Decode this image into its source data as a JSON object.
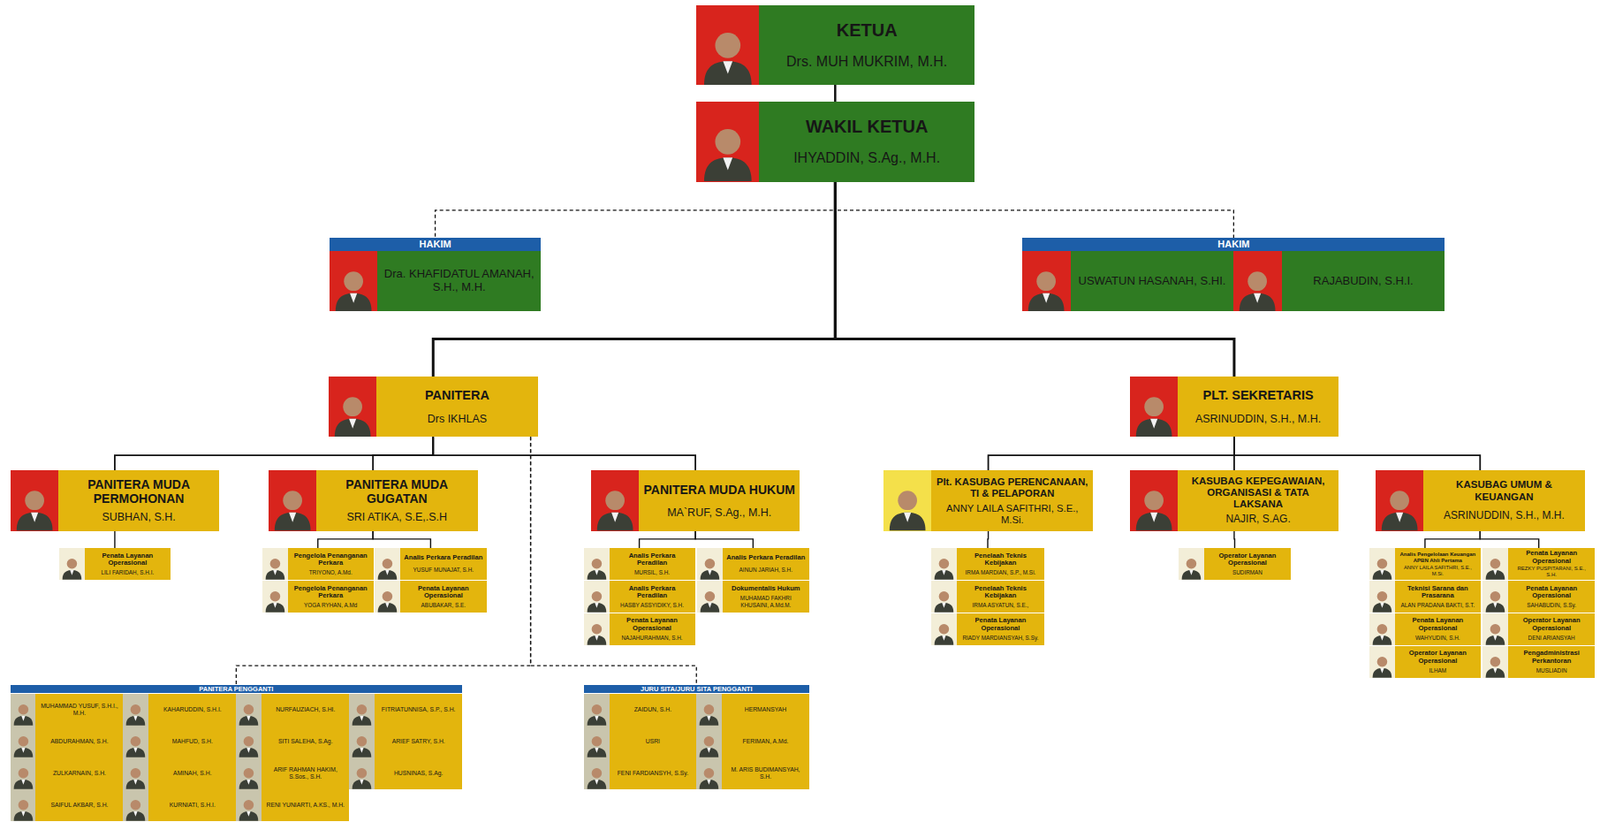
{
  "diagram": {
    "nodes": [
      {
        "text": [
          "KETUA",
          "Drs. MUH MUKRIM, M.H."
        ]
      },
      {
        "text": [
          "WAKIL KETUA",
          "IHYADDIN, S.Ag., M.H."
        ]
      },
      {
        "text": [
          "HAKIM"
        ]
      },
      {
        "text": [
          "Dra. KHAFIDATUL AMANAH, S.H., M.H."
        ],
        "in": 2
      },
      {
        "text": [
          "HAKIM"
        ]
      },
      {
        "text": [
          "USWATUN HASANAH, S.HI."
        ],
        "in": 4
      },
      {
        "text": [
          "RAJABUDIN, S.H.I."
        ],
        "in": 4
      },
      {
        "text": [
          "PANITERA",
          "Drs IKHLAS"
        ]
      },
      {
        "text": [
          "PLT. SEKRETARIS",
          "ASRINUDDIN, S.H., M.H."
        ]
      },
      {
        "text": [
          "PANITERA MUDA PERMOHONAN",
          "SUBHAN, S.H."
        ]
      },
      {
        "text": [
          "PANITERA MUDA GUGATAN",
          "SRI ATIKA, S.E,.S.H"
        ]
      },
      {
        "text": [
          "PANITERA MUDA HUKUM",
          "MA`RUF, S.Ag., M.H."
        ]
      },
      {
        "text": [
          "Plt. KASUBAG PERENCANAAN, TI & PELAPORAN",
          "ANNY LAILA SAFITHRI, S.E., M.Si."
        ]
      },
      {
        "text": [
          "KASUBAG KEPEGAWAIAN, ORGANISASI & TATA LAKSANA",
          "NAJIR, S.AG."
        ]
      },
      {
        "text": [
          "KASUBAG UMUM & KEUANGAN",
          "ASRINUDDIN, S.H., M.H."
        ]
      },
      {
        "text": [
          "Penata Layanan Operasional",
          "LILI FARIDAH, S.H.I."
        ]
      },
      {
        "text": [
          "Pengelola Penanganan Perkara",
          "TRIYONO, A.Md."
        ]
      },
      {
        "text": [
          "Analis Perkara Peradilan",
          "YUSUF MUNAJAT, S.H."
        ]
      },
      {
        "text": [
          "Pengelola Penanganan Perkara",
          "YOGA RYHAN, A.Md"
        ]
      },
      {
        "text": [
          "Penata Layanan Operasional",
          "ABUBAKAR, S.E."
        ]
      },
      {
        "text": [
          "Analis Perkara Peradilan",
          "MURSIL, S.H."
        ]
      },
      {
        "text": [
          "Analis Perkara Peradilan",
          "AINUN JARIAH, S.H."
        ]
      },
      {
        "text": [
          "Analis Perkara Peradilan",
          "HASBY ASSYIDIKY, S.H."
        ]
      },
      {
        "text": [
          "Dokumentalis Hukum",
          "MUHAMAD FAKHRI KHUSAINI, A.Md.M."
        ]
      },
      {
        "text": [
          "Penata Layanan Operasional",
          "NAJAHURAHMAN, S.H."
        ]
      },
      {
        "text": [
          "Penelaah Teknis Kebijakan",
          "IRMA MARDIAN, S.P., M.Si."
        ]
      },
      {
        "text": [
          "Penelaah Teknis Kebijakan",
          "IRMA ASYATUN, S.E.,"
        ]
      },
      {
        "text": [
          "Penata Layanan Operasional",
          "RIADY MARDIANSYAH, S.Sy."
        ]
      },
      {
        "text": [
          "Operator Layanan Operasional",
          "SUDIRMAN"
        ]
      },
      {
        "text": [
          "Analis Pengelolaan Keuangan APBN Ahli Pertama",
          "ANNY LAILA SAFITHRI, S.E., M.Si."
        ]
      },
      {
        "text": [
          "Penata Layanan Operasional",
          "REZKY PUSPITARANI, S.E., S.H."
        ]
      },
      {
        "text": [
          "Teknisi Sarana dan Prasarana",
          "ALAN PRADANA BAKTI, S.T."
        ]
      },
      {
        "text": [
          "Penata Layanan Operasional",
          "SAHABUDIN, S.Sy."
        ]
      },
      {
        "text": [
          "Penata Layanan Operasional",
          "WAHYUDIN, S.H."
        ]
      },
      {
        "text": [
          "Operator Layanan Operasional",
          "DENI ARIANSYAH"
        ]
      },
      {
        "text": [
          "Operator Layanan Operasional",
          "ILHAM"
        ]
      },
      {
        "text": [
          "Pengadministrasi Perkantoran",
          "MUSLIADIN"
        ]
      },
      {
        "text": [
          "PANITERA PENGGANTI"
        ]
      },
      {
        "text": [
          "MUHAMMAD YUSUF, S.H.I., M.H."
        ],
        "in": 37
      },
      {
        "text": [
          "KAHARUDDIN, S.H.I."
        ],
        "in": 37
      },
      {
        "text": [
          "NURFAUZIACH, S.HI."
        ],
        "in": 37
      },
      {
        "text": [
          "FITRIATUNNISA, S.P., S.H."
        ],
        "in": 37
      },
      {
        "text": [
          "ABDURAHMAN, S.H."
        ],
        "in": 37
      },
      {
        "text": [
          "MAHFUD, S.H."
        ],
        "in": 37
      },
      {
        "text": [
          "SITI SALEHA, S.Ag."
        ],
        "in": 37
      },
      {
        "text": [
          "ARIEF SATRY, S.H."
        ],
        "in": 37
      },
      {
        "text": [
          "ZULKARNAIN, S.H."
        ],
        "in": 37
      },
      {
        "text": [
          "AMINAH, S.H."
        ],
        "in": 37
      },
      {
        "text": [
          "ARIF RAHMAN HAKIM, S.Sos., S.H."
        ],
        "in": 37
      },
      {
        "text": [
          "HUSNINAS, S.Ag."
        ],
        "in": 37
      },
      {
        "text": [
          "SAIFUL AKBAR, S.H."
        ],
        "in": 37
      },
      {
        "text": [
          "KURNIATI, S.H.I."
        ],
        "in": 37
      },
      {
        "text": [
          "RENI YUNIARTI, A.KS., M.H."
        ],
        "in": 37
      },
      {
        "text": [
          "JURU SITA/JURU SITA PENGGANTI"
        ]
      },
      {
        "text": [
          "ZAIDUN, S.H."
        ],
        "in": 53
      },
      {
        "text": [
          "HERMANSYAH"
        ],
        "in": 53
      },
      {
        "text": [
          "USRI"
        ],
        "in": 53
      },
      {
        "text": [
          "FERIMAN, A.Md."
        ],
        "in": 53
      },
      {
        "text": [
          "FENI FARDIANSYH, S.Sy."
        ],
        "in": 53
      },
      {
        "text": [
          "M. ARIS BUDIMANSYAH, S.H."
        ],
        "in": 53
      }
    ],
    "edges": [
      {
        "from": 0,
        "to": 1,
        "arrow": "none"
      },
      {
        "from": 1,
        "to": 2,
        "arrow": "none"
      },
      {
        "from": 1,
        "to": 4,
        "arrow": "none"
      },
      {
        "from": 1,
        "to": 7,
        "arrow": "none"
      },
      {
        "from": 1,
        "to": 8,
        "arrow": "none"
      },
      {
        "from": 7,
        "to": 9,
        "arrow": "none"
      },
      {
        "from": 7,
        "to": 10,
        "arrow": "none"
      },
      {
        "from": 7,
        "to": 11,
        "arrow": "none"
      },
      {
        "from": 7,
        "to": 37,
        "arrow": "none"
      },
      {
        "from": 7,
        "to": 53,
        "arrow": "none"
      },
      {
        "from": 8,
        "to": 12,
        "arrow": "none"
      },
      {
        "from": 8,
        "to": 13,
        "arrow": "none"
      },
      {
        "from": 8,
        "to": 14,
        "arrow": "none"
      },
      {
        "from": 9,
        "to": 15,
        "arrow": "none"
      },
      {
        "from": 10,
        "to": 16,
        "arrow": "none"
      },
      {
        "from": 10,
        "to": 17,
        "arrow": "none"
      },
      {
        "from": 11,
        "to": 20,
        "arrow": "none"
      },
      {
        "from": 11,
        "to": 21,
        "arrow": "none"
      },
      {
        "from": 12,
        "to": 25,
        "arrow": "none"
      },
      {
        "from": 13,
        "to": 28,
        "arrow": "none"
      },
      {
        "from": 14,
        "to": 29,
        "arrow": "none"
      },
      {
        "from": 14,
        "to": 30,
        "arrow": "none"
      }
    ]
  }
}
